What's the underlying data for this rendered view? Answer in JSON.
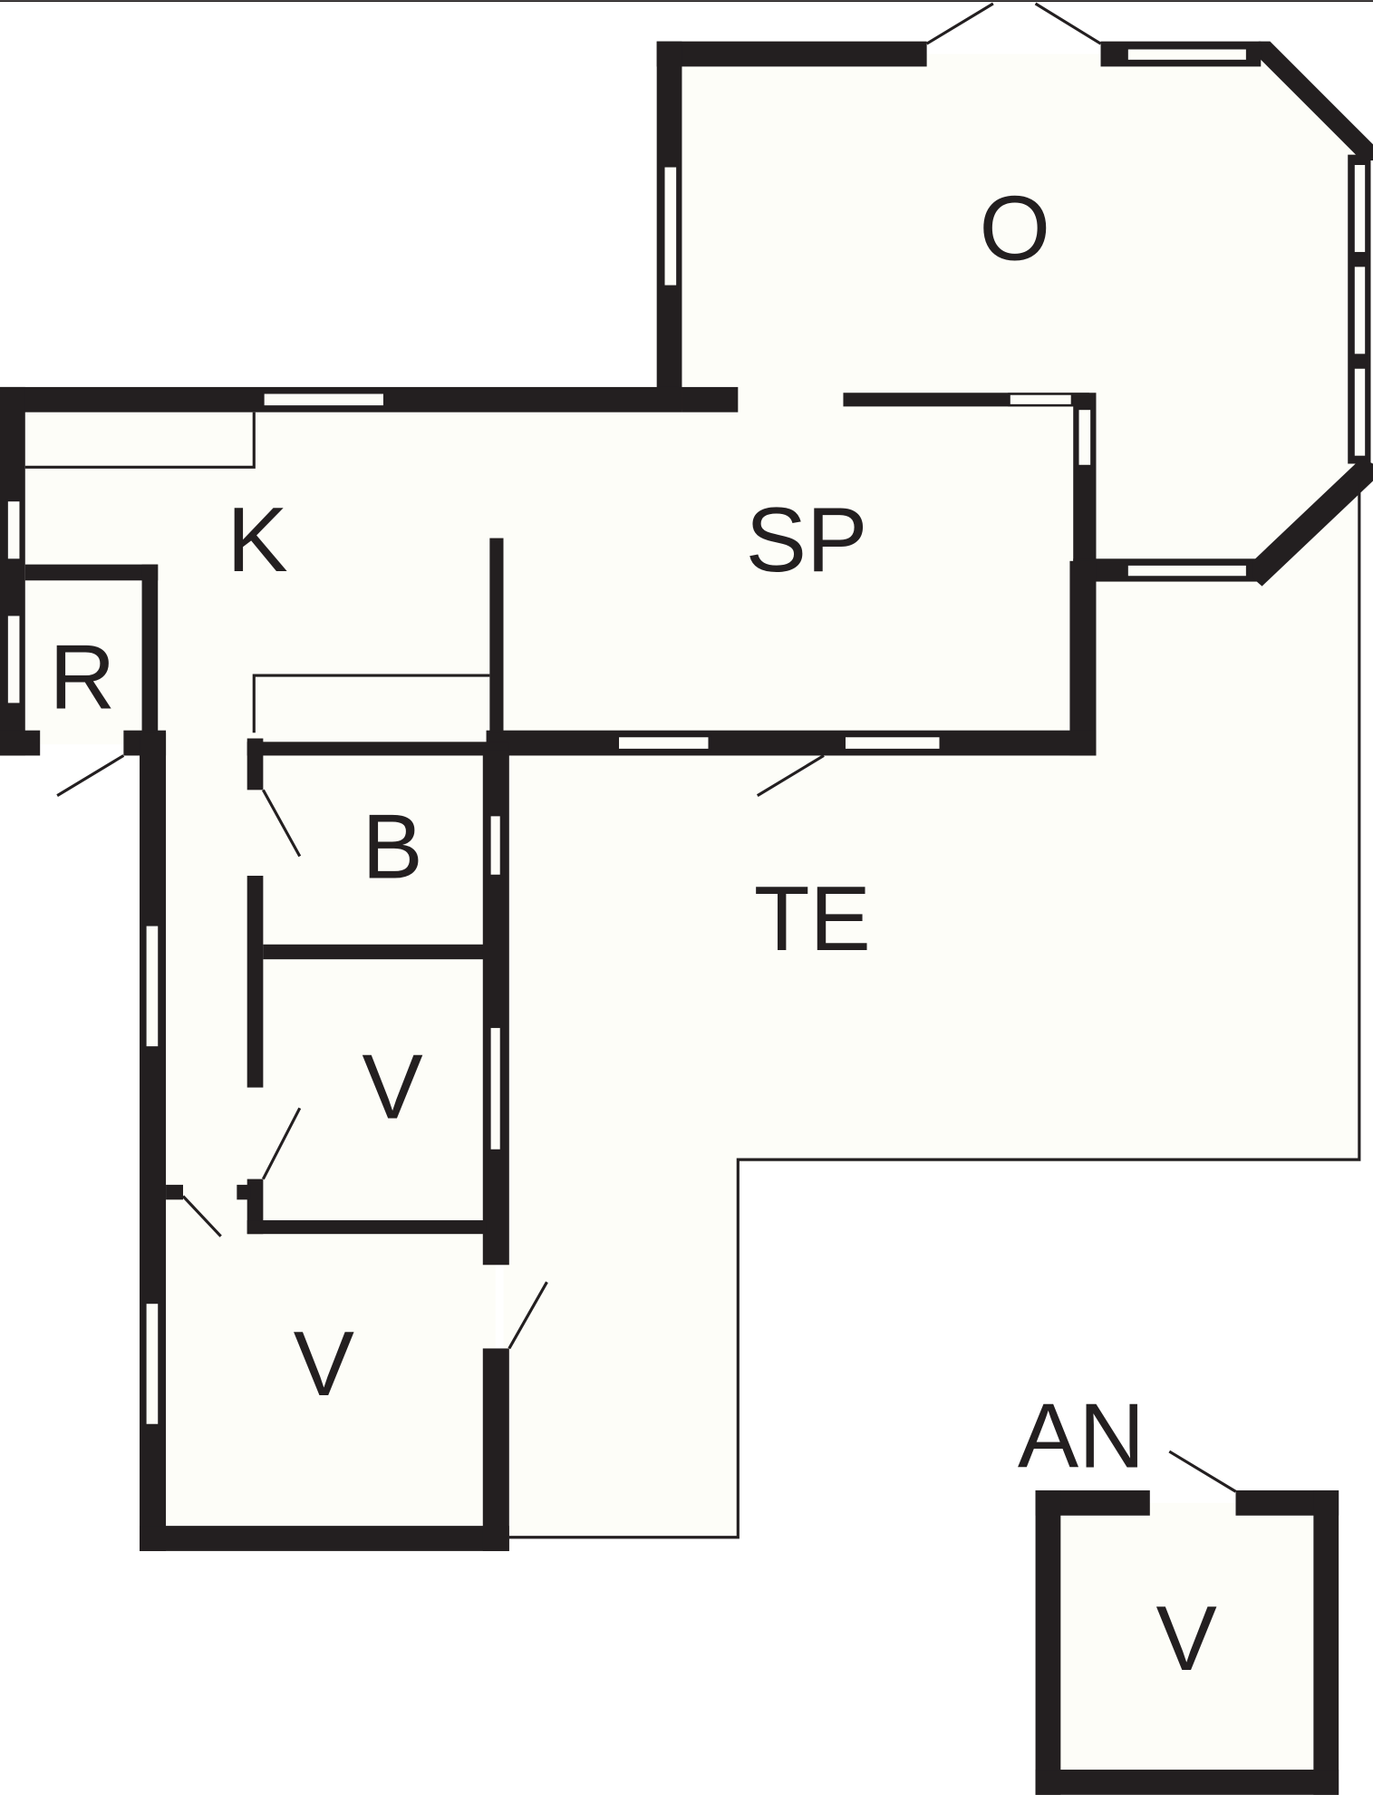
{
  "plan": {
    "colors": {
      "wall": "#231f20",
      "floor": "#fdfdf8",
      "background": "#ffffff"
    },
    "rooms": {
      "o": "O",
      "k": "K",
      "sp": "SP",
      "r": "R",
      "b": "B",
      "te": "TE",
      "v1": "V",
      "v2": "V",
      "an": "AN",
      "v3": "V"
    }
  }
}
